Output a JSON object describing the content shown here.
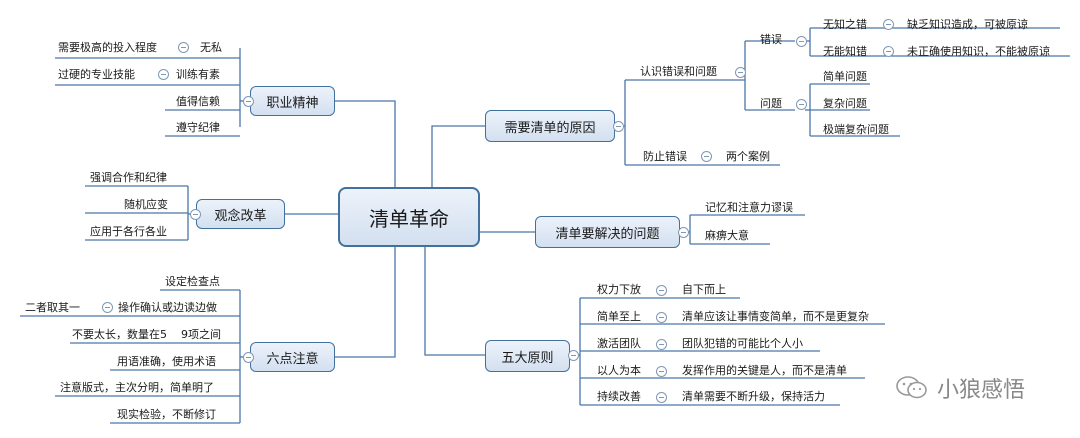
{
  "center": "清单革命",
  "branches": {
    "professionalism": {
      "title": "职业精神",
      "items": [
        {
          "text": "需要极高的投入程度",
          "sub": "无私"
        },
        {
          "text": "过硬的专业技能",
          "sub": "训练有素"
        },
        {
          "text": "值得信赖"
        },
        {
          "text": "遵守纪律"
        }
      ]
    },
    "mindset": {
      "title": "观念改革",
      "items": [
        "强调合作和纪律",
        "随机应变",
        "应用于各行各业"
      ]
    },
    "six_points": {
      "title": "六点注意",
      "items": [
        {
          "text": "设定检查点"
        },
        {
          "text": "操作确认或边读边做",
          "sub": "二者取其一"
        },
        {
          "text": "不要太长，数量在5    9项之间"
        },
        {
          "text": "用语准确，使用术语"
        },
        {
          "text": "注意版式，主次分明，简单明了"
        },
        {
          "text": "现实检验，不断修订"
        }
      ]
    },
    "why": {
      "title": "需要清单的原因",
      "recognize": {
        "label": "认识错误和问题",
        "errors": {
          "label": "错误",
          "items": [
            {
              "text": "无知之错",
              "detail": "缺乏知识造成，可被原谅"
            },
            {
              "text": "无能知错",
              "detail": "未正确使用知识，不能被原谅"
            }
          ]
        },
        "problems": {
          "label": "问题",
          "items": [
            "简单问题",
            "复杂问题",
            "极端复杂问题"
          ]
        }
      },
      "prevent": {
        "label": "防止错误",
        "sub": "两个案例"
      }
    },
    "solve": {
      "title": "清单要解决的问题",
      "items": [
        "记忆和注意力谬误",
        "麻痹大意"
      ]
    },
    "principles": {
      "title": "五大原则",
      "items": [
        {
          "text": "权力下放",
          "detail": "自下而上"
        },
        {
          "text": "简单至上",
          "detail": "清单应该让事情变简单，而不是更复杂"
        },
        {
          "text": "激活团队",
          "detail": "团队犯错的可能比个人小"
        },
        {
          "text": "以人为本",
          "detail": "发挥作用的关键是人，而不是清单"
        },
        {
          "text": "持续改善",
          "detail": "清单需要不断升级，保持活力"
        }
      ]
    }
  },
  "watermark": "小狼感悟",
  "colors": {
    "line": "#4a77a8",
    "box_border": "#41719c",
    "box_fill": "#dce6f2"
  }
}
